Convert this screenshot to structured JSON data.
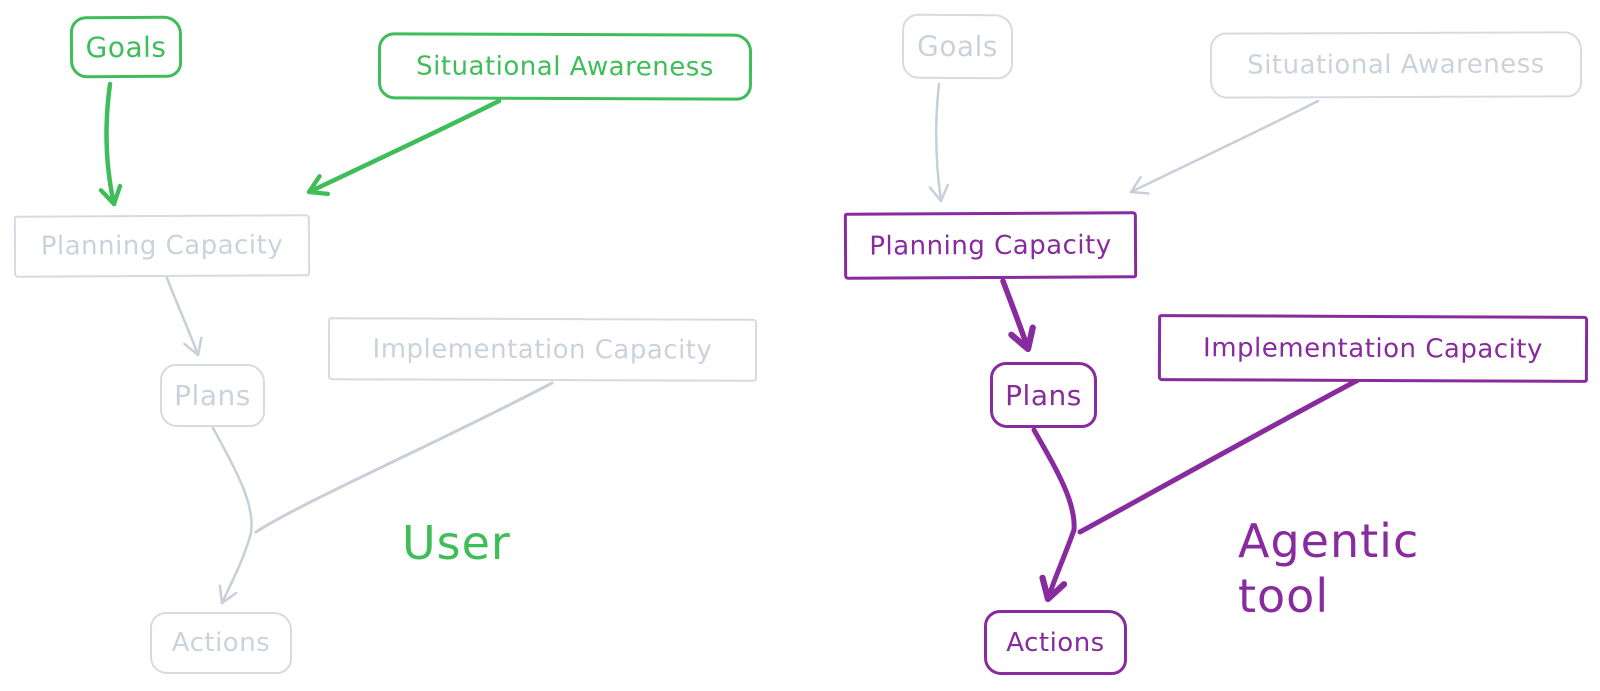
{
  "colors": {
    "green": "#3fbd58",
    "purple": "#872b9e",
    "gray_border": "#d6dbe2",
    "gray_text": "#ccd2db",
    "gray_arrow": "#c9cfd9",
    "background": "#ffffff"
  },
  "diagrams": [
    {
      "id": "user",
      "caption": "User",
      "accent": "#3fbd58",
      "highlighted_nodes": [
        "Goals",
        "Situational Awareness"
      ],
      "faded_nodes": [
        "Planning Capacity",
        "Plans",
        "Implementation Capacity",
        "Actions"
      ],
      "nodes": [
        {
          "id": "goals",
          "label": "Goals",
          "state": "highlighted",
          "shape": "rounded"
        },
        {
          "id": "situational-awareness",
          "label": "Situational Awareness",
          "state": "highlighted",
          "shape": "rounded"
        },
        {
          "id": "planning-capacity",
          "label": "Planning Capacity",
          "state": "faded",
          "shape": "rect"
        },
        {
          "id": "plans",
          "label": "Plans",
          "state": "faded",
          "shape": "rounded"
        },
        {
          "id": "implementation-capacity",
          "label": "Implementation Capacity",
          "state": "faded",
          "shape": "rect"
        },
        {
          "id": "actions",
          "label": "Actions",
          "state": "faded",
          "shape": "rounded"
        }
      ],
      "edges": [
        {
          "from": "Goals",
          "to": "Planning Capacity",
          "color": "#3fbd58"
        },
        {
          "from": "Situational Awareness",
          "to": "Planning Capacity",
          "color": "#3fbd58"
        },
        {
          "from": "Planning Capacity",
          "to": "Plans",
          "color": "#c9cfd9"
        },
        {
          "from": "Plans",
          "to": "Actions",
          "color": "#c9cfd9"
        },
        {
          "from": "Implementation Capacity",
          "to": "Actions",
          "color": "#c9cfd9"
        }
      ]
    },
    {
      "id": "agentic-tool",
      "caption": "Agentic tool",
      "accent": "#872b9e",
      "highlighted_nodes": [
        "Planning Capacity",
        "Plans",
        "Implementation Capacity",
        "Actions"
      ],
      "faded_nodes": [
        "Goals",
        "Situational Awareness"
      ],
      "nodes": [
        {
          "id": "goals",
          "label": "Goals",
          "state": "faded",
          "shape": "rounded"
        },
        {
          "id": "situational-awareness",
          "label": "Situational Awareness",
          "state": "faded",
          "shape": "rounded"
        },
        {
          "id": "planning-capacity",
          "label": "Planning Capacity",
          "state": "highlighted",
          "shape": "rect"
        },
        {
          "id": "plans",
          "label": "Plans",
          "state": "highlighted",
          "shape": "rounded"
        },
        {
          "id": "implementation-capacity",
          "label": "Implementation Capacity",
          "state": "highlighted",
          "shape": "rect"
        },
        {
          "id": "actions",
          "label": "Actions",
          "state": "highlighted",
          "shape": "rounded"
        }
      ],
      "edges": [
        {
          "from": "Goals",
          "to": "Planning Capacity",
          "color": "#c9cfd9"
        },
        {
          "from": "Situational Awareness",
          "to": "Planning Capacity",
          "color": "#c9cfd9"
        },
        {
          "from": "Planning Capacity",
          "to": "Plans",
          "color": "#872b9e"
        },
        {
          "from": "Plans",
          "to": "Actions",
          "color": "#872b9e"
        },
        {
          "from": "Implementation Capacity",
          "to": "Actions",
          "color": "#872b9e"
        }
      ]
    }
  ]
}
